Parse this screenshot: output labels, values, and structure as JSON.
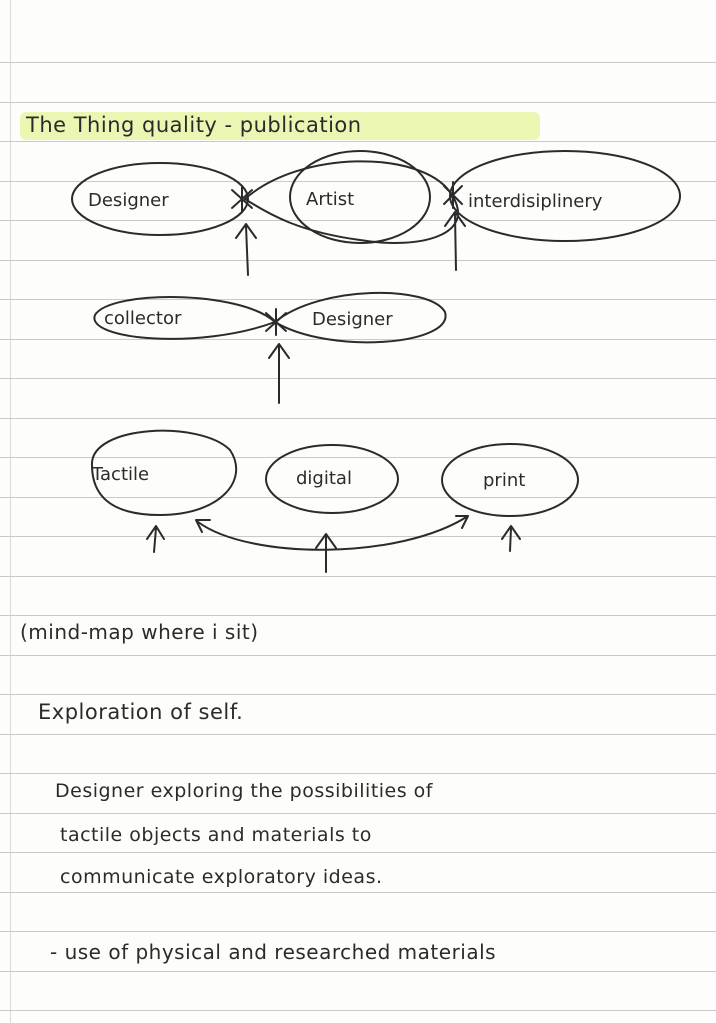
{
  "title": "The Thing quality - publication",
  "mindmap": {
    "row1": [
      "Designer",
      "Artist",
      "interdisiplinery"
    ],
    "row2": [
      "collector",
      "Designer"
    ],
    "row3": [
      "Tactile",
      "digital",
      "print"
    ]
  },
  "notes": {
    "caption": "(mind-map where i sit)",
    "heading": "Exploration of self.",
    "paragraph_line1": "Designer exploring the possibilities of",
    "paragraph_line2": "tactile objects and materials to",
    "paragraph_line3": "communicate exploratory ideas.",
    "bullet": "- use of physical and researched materials"
  }
}
